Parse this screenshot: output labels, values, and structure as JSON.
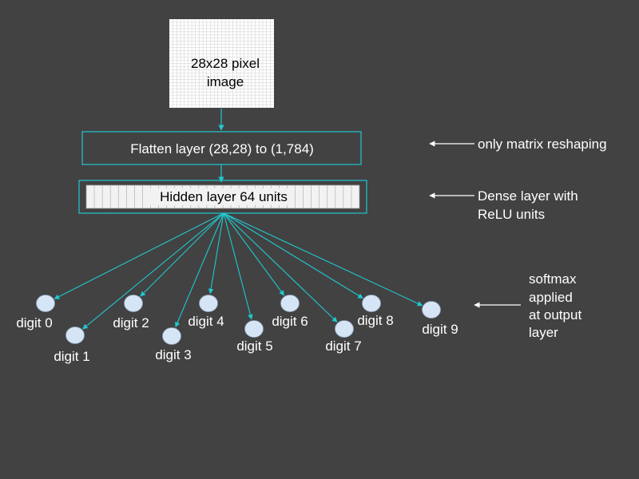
{
  "input_image": {
    "label_line1": "28x28 pixel",
    "label_line2": "image"
  },
  "flatten_layer": {
    "label": "Flatten layer (28,28) to (1,784)",
    "note": "only matrix reshaping"
  },
  "hidden_layer": {
    "label": "Hidden layer 64 units",
    "note_line1": "Dense layer with",
    "note_line2": "ReLU units"
  },
  "output_layer": {
    "nodes": [
      "digit 0",
      "digit 1",
      "digit 2",
      "digit 3",
      "digit 4",
      "digit 5",
      "digit 6",
      "digit 7",
      "digit 8",
      "digit 9"
    ],
    "note_line1": "softmax",
    "note_line2": "applied",
    "note_line3": "at output",
    "note_line4": "layer"
  },
  "colors": {
    "background": "#424242",
    "connector": "#20c8d0",
    "box_border": "#20c8d0",
    "node_fill": "#d6e5f5",
    "text_light": "#ffffff",
    "text_dark": "#000000",
    "pixel_fill": "#ffffff",
    "pixel_grid": "#cccccc"
  }
}
